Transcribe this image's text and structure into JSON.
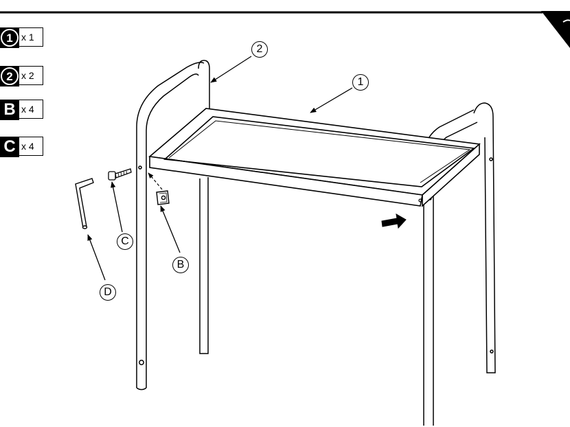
{
  "parts": [
    {
      "key": "1",
      "style": "circle",
      "qty": "x 1"
    },
    {
      "key": "2",
      "style": "circle",
      "qty": "x 2"
    },
    {
      "key": "B",
      "style": "letter",
      "qty": "x 4"
    },
    {
      "key": "C",
      "style": "letter",
      "qty": "x 4"
    }
  ],
  "callouts": {
    "part1": "1",
    "part2": "2",
    "partB": "B",
    "partC": "C",
    "partD": "D"
  },
  "colors": {
    "ink": "#000000",
    "paper": "#ffffff"
  }
}
